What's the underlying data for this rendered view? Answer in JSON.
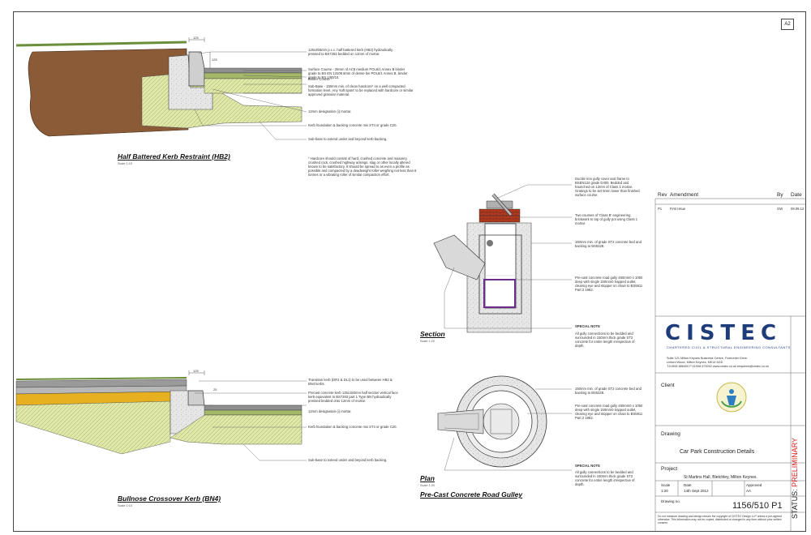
{
  "sheet_size": "A2",
  "details": {
    "hb2": {
      "title": "Half Battered Kerb Restraint (HB2)",
      "scale": "Scale 1:10",
      "dim_top": "125",
      "dim_side": "125",
      "notes": [
        "125x255mm p.c.c. half battered kerb (HB2) hydraulically pressed to BS7263 bedded on 12mm of mortar.",
        "Surface Course    -   25mm of AC6 medium POL6/1 Annex B binder grade to BS EN 13108 6mm of dense bin POL6/1 Annex B, binder grade to BS 1/80/10.",
        "Binder Course     -",
        "Sub-Base          -   150mm min. of clean hardcore* on a well compacted formation level. Any 'soft spots' to be replaced with hardcore or similar approved granular material.",
        "12mm designation (i) mortar.",
        "Kerb foundation & backing concrete mix ST4 or grade C20.",
        "Sub-base to extend under and beyond kerb backing.",
        "*   Hardcore should consist of hard, crushed concrete and masonry, crushed rock, crushed highway arisings, slag or other locally altered known to be satisfactory. It should be spread to as even a profile as possible and compacted by a deadweight roller weighing not less than 6 tonnes or a vibrating roller of similar compaction effort."
      ]
    },
    "section": {
      "title": "Section",
      "scale": "Scale 1:20",
      "notes": [
        "Ductile iron gully cover and frame to BSEN124 grade D400. Bedded and haunched on 12mm of Class 1 mortar. Gratings to be set 5mm lower than finished surface course.",
        "Two courses of 'Class B' engineering brickwork to top of gully pot using Class 1 mortar.",
        "150mm min. of grade ST2 concrete bed and backing to BS5328.",
        "Pre-cast concrete road gully 450mm0 x 1050 deep with single 150mm0 trapped outlet, clearing eye and stopper on chain to BS5911 Part 2 1982."
      ],
      "special_note_label": "SPECIAL NOTE",
      "special_note": "All gully connections to be bedded and surrounded in 150mm thick grade ST2 concrete for entire length irrespective of depth."
    },
    "bn4": {
      "title": "Bullnose Crossover Kerb (BN4)",
      "scale": "Scale 1:10",
      "dim_top": "125",
      "dim_side": "25",
      "notes": [
        "Transition kerb (DR1 & DL1) to be used between HB2 & BN4 kerbs.",
        "Precast concrete kerb 125x150mm half section vertical face kerb equivalent to BS7263 part 1 Type BN hydraulically pressed bedded onto 12mm of mortar.",
        "12mm designation (i) mortar.",
        "Kerb foundation & backing concrete mix ST4 or grade C20.",
        "Sub-base to extend under and beyond kerb backing."
      ]
    },
    "plan": {
      "title": "Plan",
      "scale": "Scale 1:20",
      "notes": [
        "150mm min. of grade ST2 concrete bed and backing to BS5328.",
        "Pre-cast concrete road gully 450mm0 x 1050 deep with single 150mm0 trapped outlet, clearing eye and stopper on chain to BS5911 Part 2 1982."
      ],
      "special_note_label": "SPECIAL NOTE",
      "special_note": "All gully connections to be bedded and surrounded in 150mm thick grade ST2 concrete for entire length irrespective of depth."
    },
    "gulley_title": "Pre-Cast Concrete Road Gulley"
  },
  "revisions": {
    "header": {
      "rev": "Rev",
      "amendment": "Amendment",
      "by": "By",
      "date": "Date"
    },
    "rows": [
      {
        "rev": "P1",
        "amendment": "First Issue",
        "by": "GW",
        "date": "09.09.12"
      }
    ]
  },
  "title_block": {
    "logo": "CISTEC",
    "logo_sub": "CHARTERED CIVIL & STRUCTURAL ENGINEERING CONSULTANTS",
    "address": "Suite 121     Milton Keynes Business Centre,    Foxhunter Drive,\nLinford Wood,           Milton Keynes,                  MK14 6GD\nT:01908 686400 F:01908 675002     www.cistec.co.uk     enquiries@cistec.co.uk",
    "client_label": "Client",
    "drawing_label": "Drawing",
    "drawing_title": "Car Park Construction Details",
    "project_label": "Project",
    "project": "St Martins Hall, Bletchley, Milton Keynes.",
    "scale_label": "Scale",
    "scale": "1:20",
    "date_label": "Date",
    "date": "14th Sept 2012",
    "approved_label": "Approved",
    "approved": "AA",
    "drawing_no_label": "Drawing no.",
    "drawing_no": "1156/510 P1",
    "status_prefix": "STATUS:",
    "status": "PRELIMINARY",
    "copyright": "Do not measure drawing and design remain the copyright of CISTEC Design LLP unless a pre-agreed otherwise. This information may not be copied, distributed or changed in any form without prior written consent."
  },
  "colors": {
    "earth": "#8b5a36",
    "sub_base": "#e0e8a8",
    "concrete": "#e4e4e4",
    "asphalt": "#8f8f8f",
    "binder": "#a5b86a",
    "brick": "#b03a20",
    "brand": "#1e3b7a",
    "status_red": "#d22222"
  }
}
